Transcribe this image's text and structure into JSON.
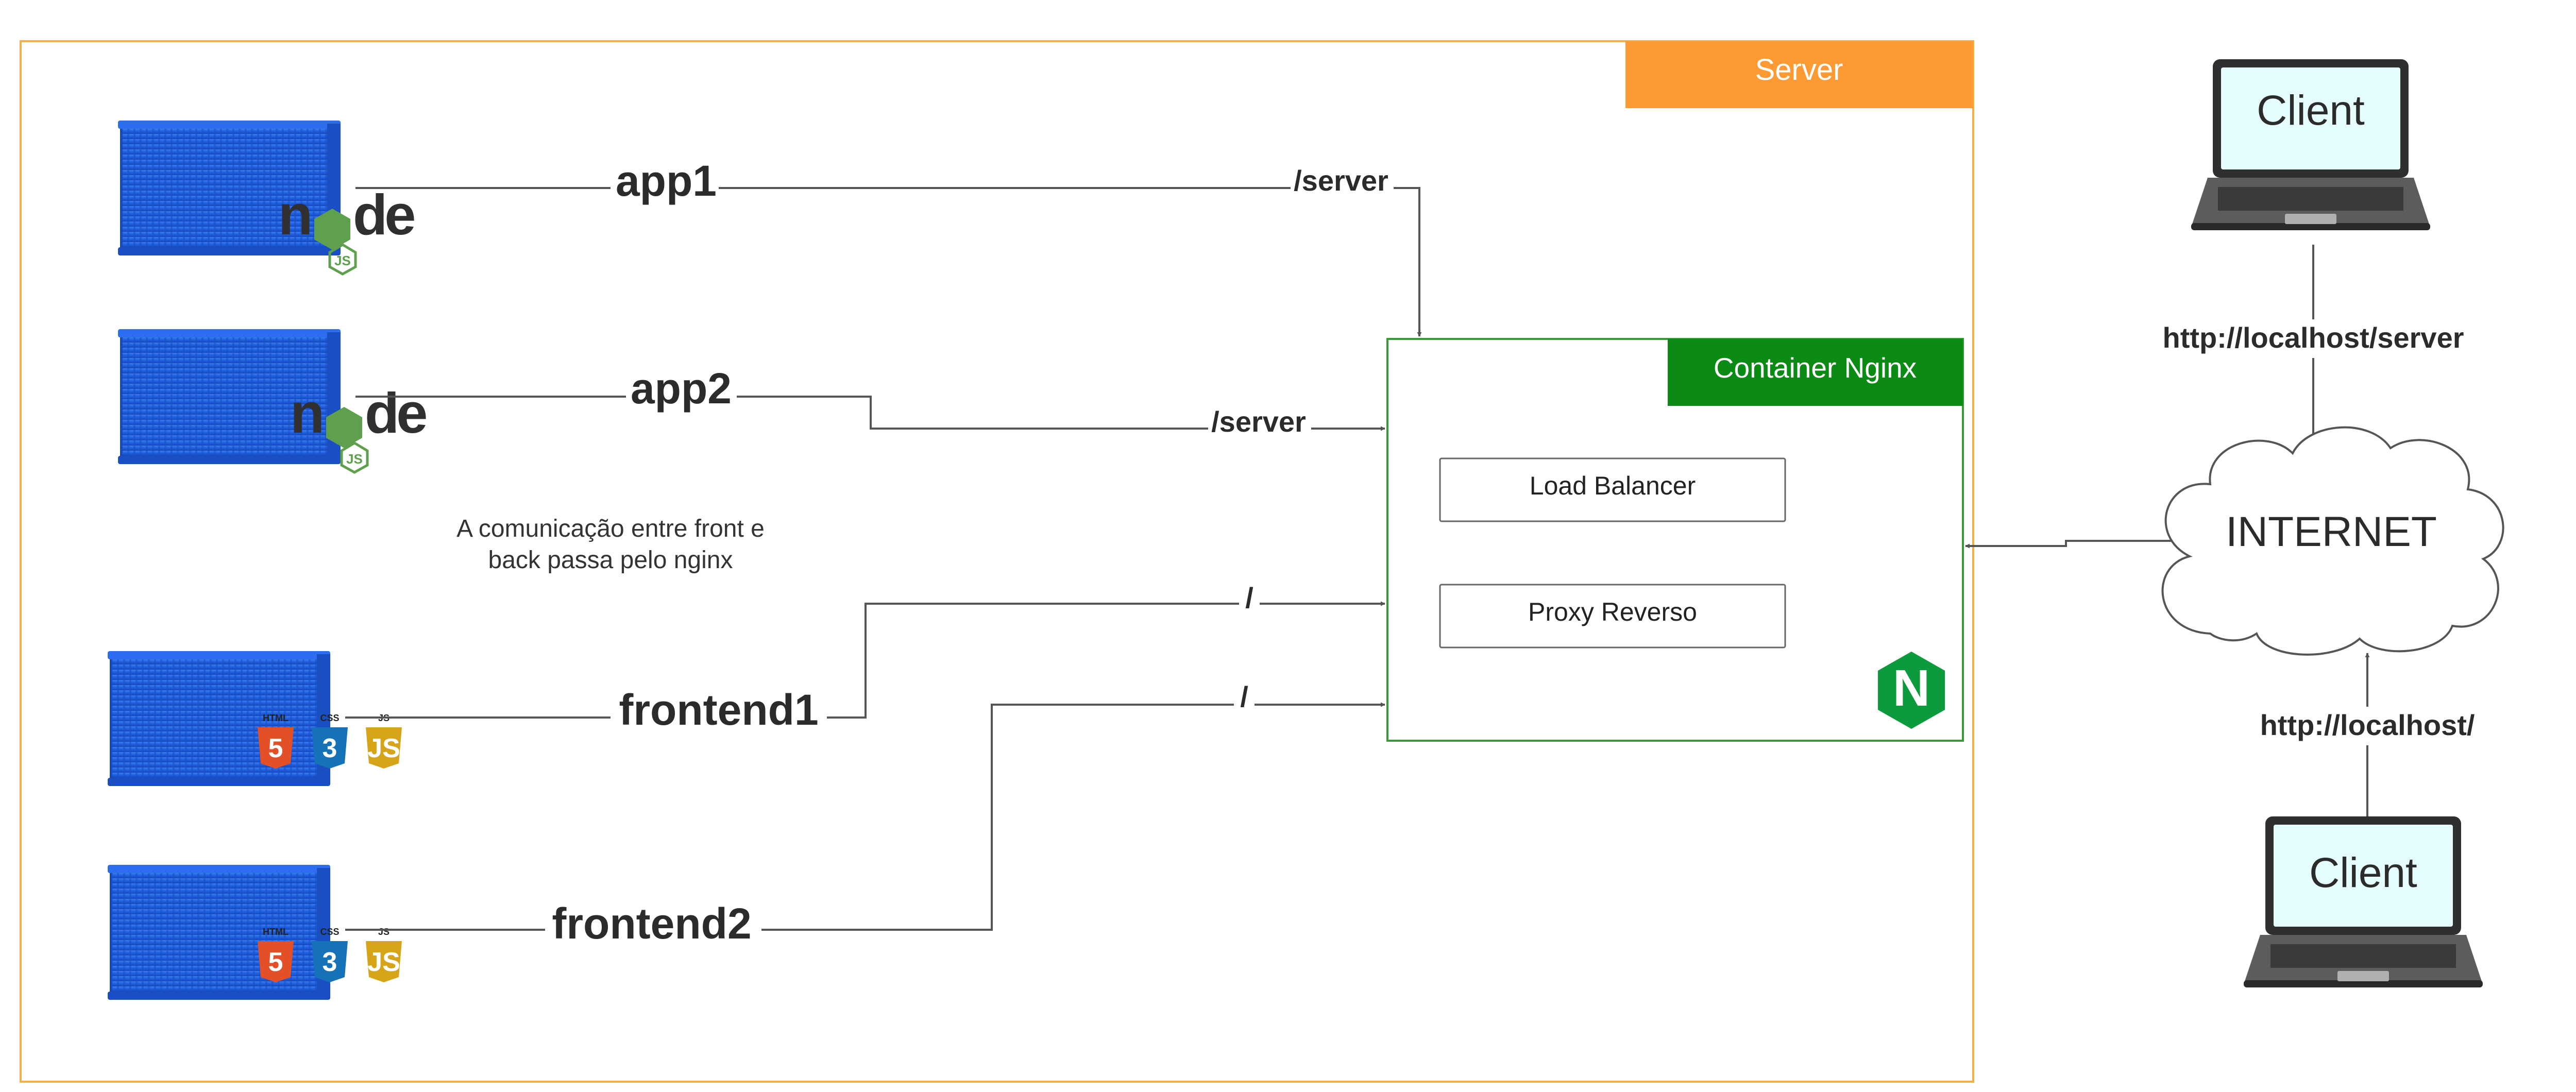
{
  "server": {
    "title": "Server",
    "color": "#fe9a34",
    "border_color": "#f0b248"
  },
  "nginx": {
    "title": "Container Nginx",
    "header_color": "#0b8a14",
    "border_color": "#3a9a3a",
    "components": [
      "Load Balancer",
      "Proxy Reverso"
    ],
    "logo_letter": "N",
    "logo_color": "#0b9a3c"
  },
  "containers": [
    {
      "name": "app1",
      "tech": "node",
      "route": "/server"
    },
    {
      "name": "app2",
      "tech": "node",
      "route": "/server"
    },
    {
      "name": "frontend1",
      "tech": "web",
      "route": "/"
    },
    {
      "name": "frontend2",
      "tech": "web",
      "route": "/"
    }
  ],
  "note": [
    "A comunicação entre front e",
    "back passa pelo nginx"
  ],
  "internet": {
    "label": "INTERNET"
  },
  "clients": [
    {
      "label": "Client",
      "url": "http://localhost/server"
    },
    {
      "label": "Client",
      "url": "http://localhost/"
    }
  ],
  "colors": {
    "container_blue": "#1f5fe0",
    "screen": "#e6fdfe",
    "line": "#555555",
    "text": "#2b2b2b"
  }
}
